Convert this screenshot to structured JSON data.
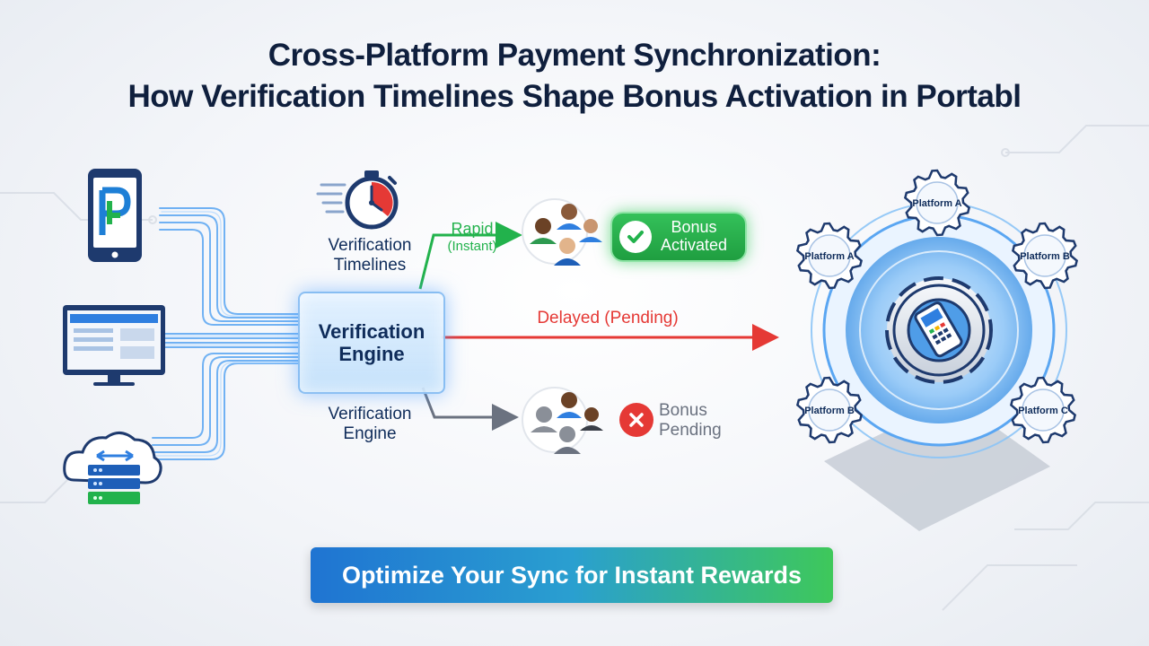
{
  "header": {
    "title_line1": "Cross-Platform Payment Synchronization:",
    "title_line2": "How Verification Timelines Shape Bonus Activation in Portabl"
  },
  "timer": {
    "label": "Verification\nTimelines"
  },
  "engine": {
    "label": "Verification\nEngine",
    "lower_label": "Verification\nEngine"
  },
  "paths": {
    "rapid": {
      "label": "Rapid",
      "sublabel": "(Instant)",
      "color": "#22b24c"
    },
    "delayed": {
      "label": "Delayed (Pending)",
      "color": "#e53935"
    },
    "pending_arrow_color": "#6b7280"
  },
  "outcomes": {
    "activated": {
      "label": "Bonus\nActivated"
    },
    "pending": {
      "label": "Bonus\nPending"
    }
  },
  "platforms": {
    "a_top": "Platform A",
    "a_left": "Platform A",
    "b_right": "Platform B",
    "b_left": "Platform B",
    "c_right": "Platform C"
  },
  "cta": {
    "label": "Optimize Your Sync for Instant Rewards"
  },
  "colors": {
    "title": "#0f1f3d",
    "accent_blue": "#2f7fe0",
    "green": "#22b24c",
    "red": "#e53935"
  },
  "icons": [
    "mobile-app-icon",
    "desktop-monitor-icon",
    "cloud-server-icon",
    "stopwatch-icon",
    "user-group-icon",
    "check-icon",
    "close-icon",
    "gear-icon",
    "payment-terminal-icon"
  ]
}
